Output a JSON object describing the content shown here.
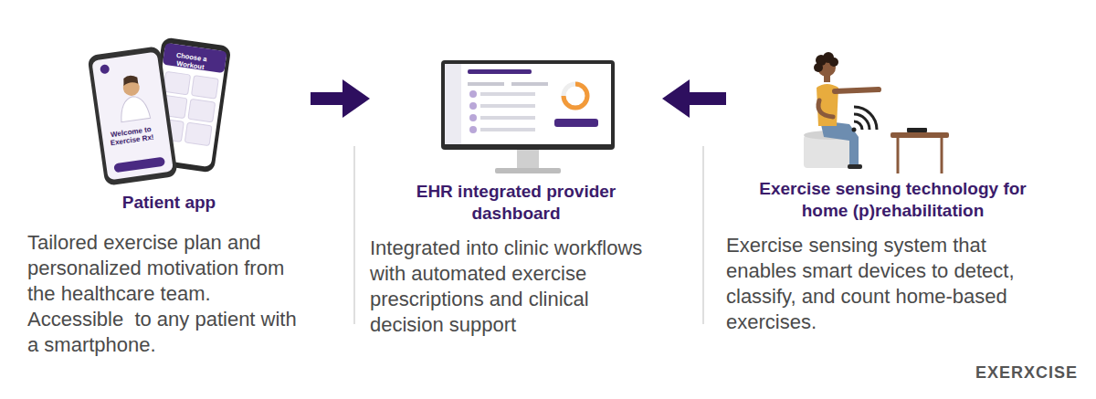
{
  "diagram": {
    "nodes": [
      {
        "text": [
          "Patient app",
          "Tailored exercise plan and personalized motivation from the healthcare team. Accessible  to any patient with a smartphone."
        ]
      },
      {
        "text": [
          "EHR integrated provider dashboard",
          "Integrated into clinic workflows with automated exercise prescriptions and clinical decision support"
        ]
      },
      {
        "text": [
          "Exercise sensing technology for home (p)rehabilitation",
          "Exercise sensing system that enables smart devices to detect, classify, and count home-based exercises."
        ]
      }
    ],
    "edges": [
      {
        "from": 0,
        "to": 1,
        "arrow": "to"
      },
      {
        "from": 2,
        "to": 1,
        "arrow": "to"
      }
    ],
    "labels": [
      "Choose a Workout",
      "Welcome to Exercise Rx!",
      "EXERXCISE"
    ]
  }
}
